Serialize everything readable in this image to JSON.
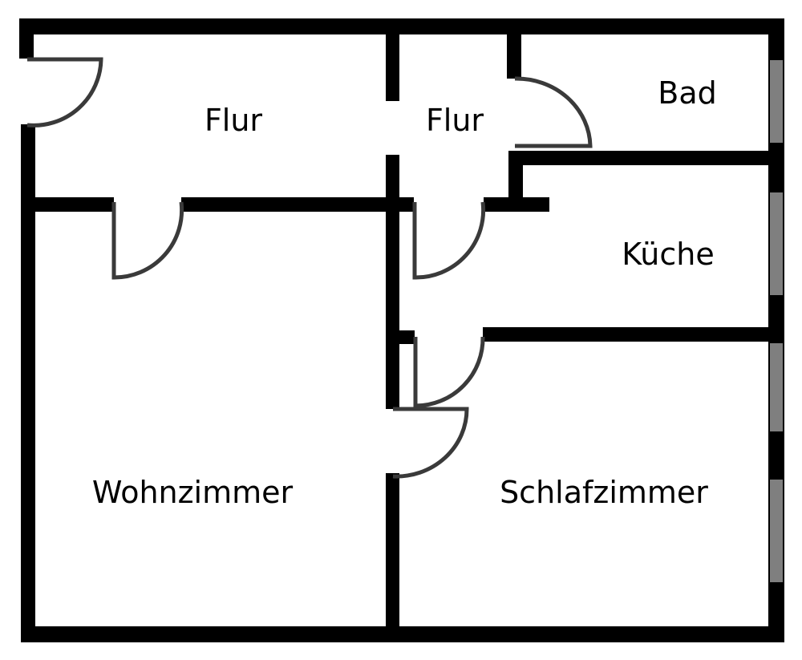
{
  "title": "",
  "rooms": {
    "flur_left": "Flur",
    "flur_right": "Flur",
    "bad": "Bad",
    "kueche": "Küche",
    "wohnzimmer": "Wohnzimmer",
    "schlafzimmer": "Schlafzimmer"
  },
  "colors": {
    "wall": "#000000",
    "window": "#7f7f7f",
    "door": "#3a3a3a",
    "background": "#ffffff"
  }
}
